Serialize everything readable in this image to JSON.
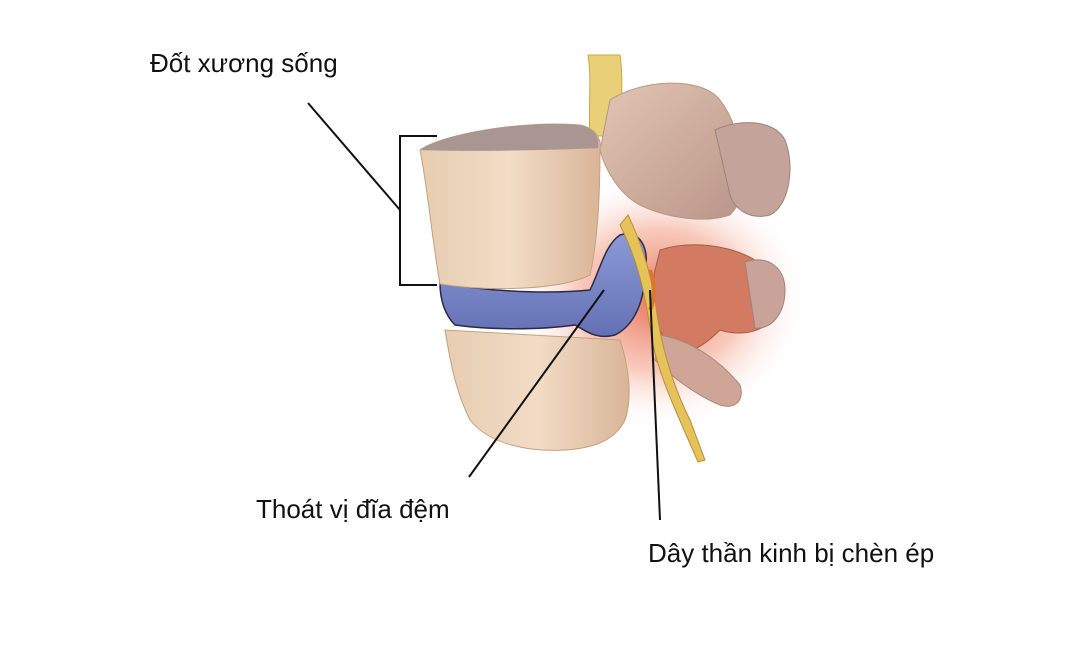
{
  "diagram": {
    "subject": "Lumbar spine segment with herniated disc compressing a nerve root",
    "labels": {
      "vertebra": "Đốt xương sống",
      "herniated_disc": "Thoát vị đĩa đệm",
      "pinched_nerve": "Dây thần kinh bị chèn ép"
    },
    "colors": {
      "bone": "#e9cfb2",
      "bone_shadow": "#c9a98a",
      "bone_top": "#9a8a86",
      "disc": "#7f8fd0",
      "disc_dark": "#5c6aa8",
      "nerve": "#e6c25a",
      "inflammation": "#e2563a",
      "leader_line": "#111111",
      "text": "#111111"
    }
  }
}
